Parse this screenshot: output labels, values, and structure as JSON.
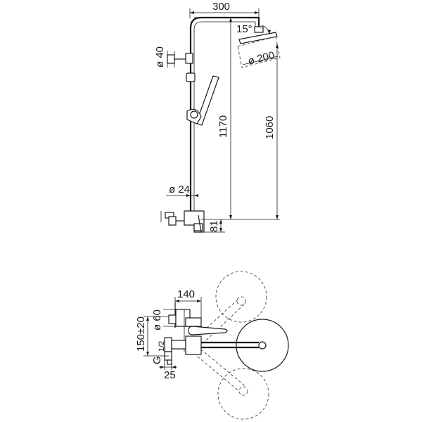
{
  "dimensions": {
    "arm_length": "300",
    "head_tilt": "15°",
    "head_diameter": "ø 200",
    "bracket_diameter": "ø 40",
    "total_height": "1170",
    "head_height": "1060",
    "pipe_diameter": "ø 24",
    "mixer_height": "81",
    "mixer_width": "140",
    "wall_flange_diameter": "ø 60",
    "inlet_centers": "150±20",
    "inlet_thread": "G",
    "inlet_thread_fraction": "1/2",
    "inlet_offset": "25"
  },
  "colors": {
    "line": "#1a1a1a",
    "dashed": "#555555",
    "background": "#ffffff"
  }
}
